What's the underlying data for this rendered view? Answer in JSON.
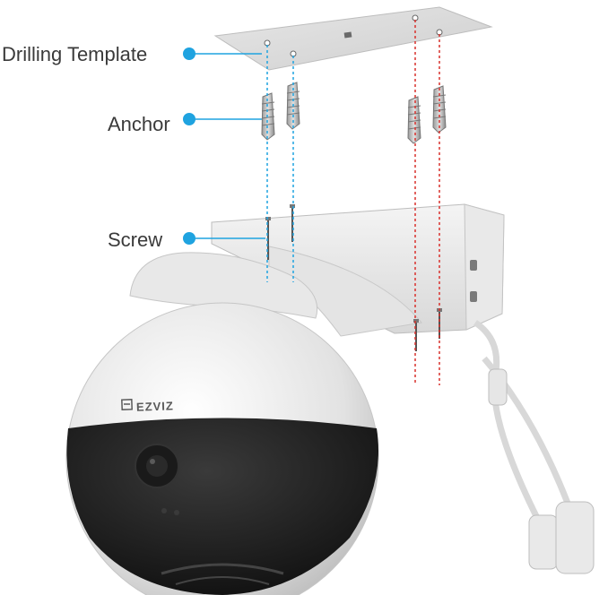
{
  "callouts": {
    "drilling_template": "Drilling Template",
    "anchor": "Anchor",
    "screw": "Screw"
  },
  "brand": {
    "logo_text": "EZVIZ"
  },
  "colors": {
    "callout_blue": "#1fa3e0",
    "guide_red": "#d9302c",
    "label_text": "#3a3a3a"
  },
  "icons": {
    "brand_logo": "ezviz-logo-icon",
    "callout_marker": "callout-dot-icon"
  }
}
